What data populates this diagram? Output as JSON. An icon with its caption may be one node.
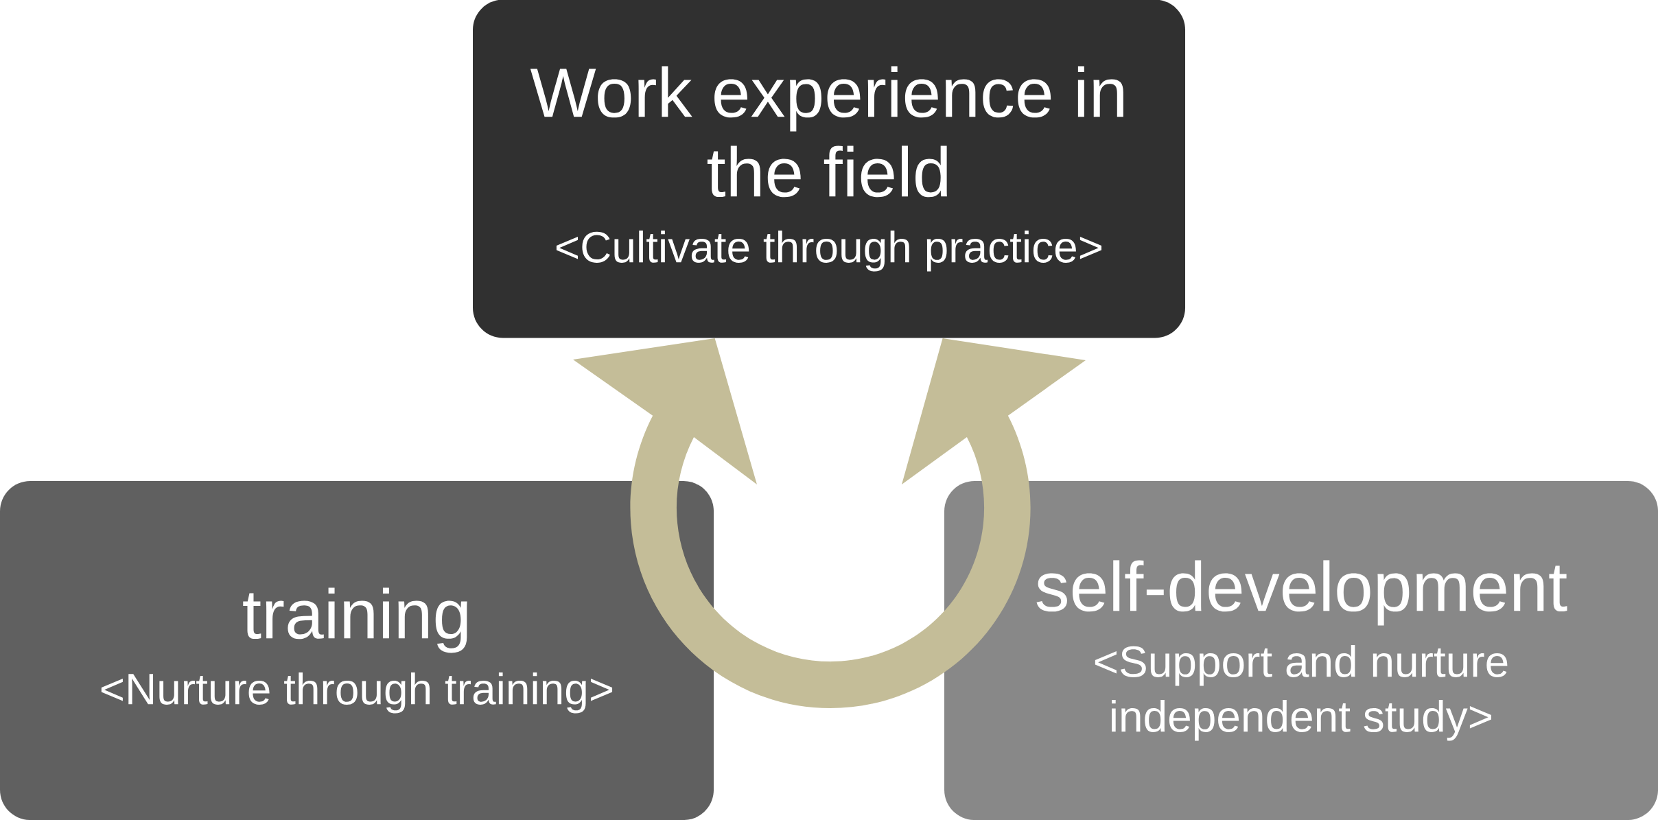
{
  "diagram": {
    "nodes": [
      {
        "text": [
          "Work experience in the field",
          "<Cultivate through practice>"
        ]
      },
      {
        "text": [
          "training",
          "<Nurture through training>"
        ]
      },
      {
        "text": [
          "self-development",
          "<Support and nurture independent study>"
        ]
      }
    ],
    "edges": [
      {
        "from": 1,
        "to": 0,
        "arrow": "to"
      },
      {
        "from": 2,
        "to": 0,
        "arrow": "to"
      }
    ]
  }
}
